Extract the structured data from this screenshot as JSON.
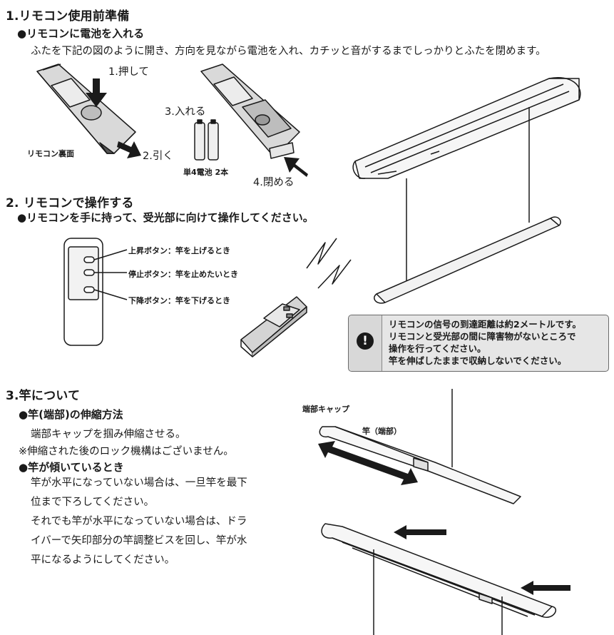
{
  "section1": {
    "title": "1.リモコン使用前準備",
    "subtitle": "●リモコンに電池を入れる",
    "description": "ふたを下記の図のように開き、方向を見ながら電池を入れ、カチッと音がするまでしっかりとふたを閉めます。",
    "labels": {
      "push": "1.押して",
      "pull": "2.引く",
      "insert": "3.入れる",
      "close": "4.閉める",
      "remote_back": "リモコン裏面",
      "batteries": "単4電池 2本"
    }
  },
  "section2": {
    "title": "2. リモコンで操作する",
    "subtitle": "●リモコンを手に持って、受光部に向けて操作してください。",
    "buttons": {
      "up": "上昇ボタン：竿を上げるとき",
      "stop": "停止ボタン：竿を止めたいとき",
      "down": "下降ボタン：竿を下げるとき"
    }
  },
  "notice": {
    "icon": "exclamation-icon",
    "lines": [
      "リモコンの信号の到達距離は約2メートルです。",
      "リモコンと受光部の間に障害物がないところで",
      "操作を行ってください。",
      "竿を伸ばしたままで収納しないでください。"
    ]
  },
  "section3": {
    "title": "3.竿について",
    "extend_title": "●竿(端部)の伸縮方法",
    "extend_text": "端部キャップを掴み伸縮させる。",
    "extend_note": "※伸縮された後のロック機構はございません。",
    "tilt_title": "●竿が傾いているとき",
    "tilt_lines": [
      "竿が水平になっていない場合は、一旦竿を最下",
      "位まで下ろしてください。",
      "それでも竿が水平になっていない場合は、ドラ",
      "イバーで矢印部分の竿調整ビスを回し、竿が水",
      "平になるようにしてください。"
    ],
    "labels": {
      "end_cap": "端部キャップ",
      "rod_end": "竿（端部）"
    }
  },
  "colors": {
    "text": "#1a1a1a",
    "notice_bg": "#e6e6e6",
    "remote_gray": "#cfcfcf"
  }
}
